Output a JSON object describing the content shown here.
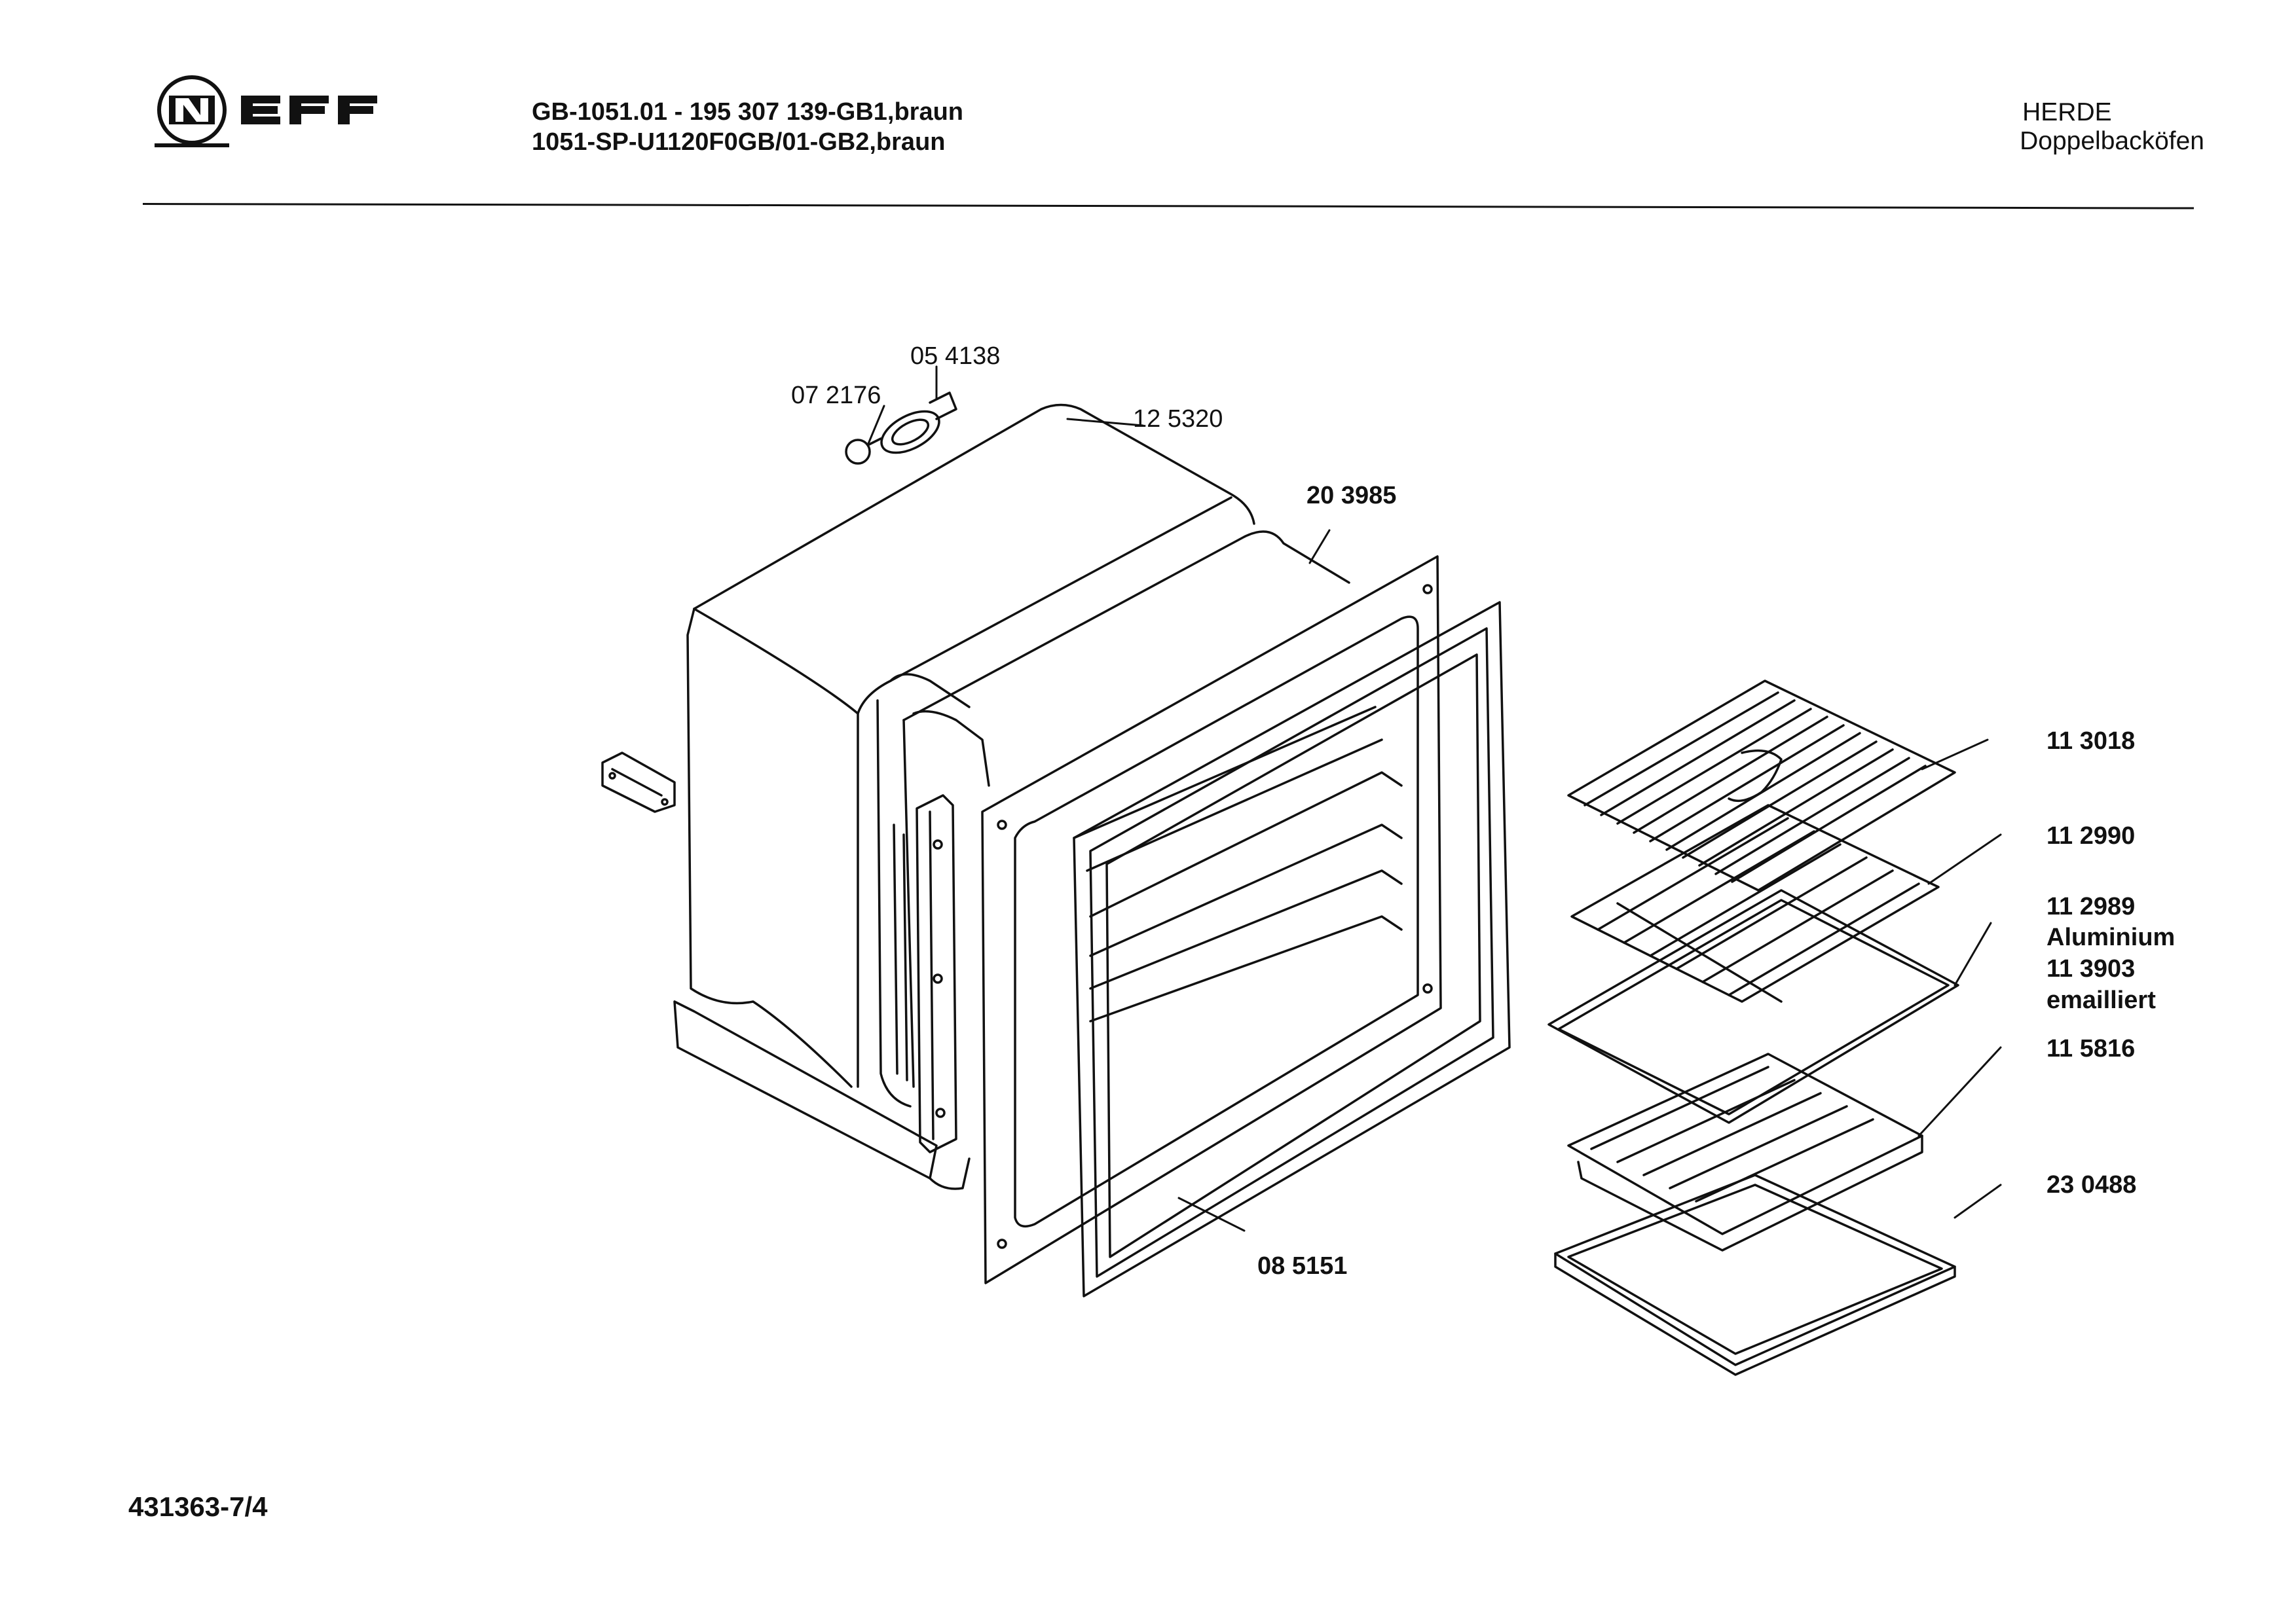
{
  "brand": "NEFF",
  "header": {
    "model_line_1": "GB-1051.01 - 195 307 139-GB1,braun",
    "model_line_2": "1051-SP-U1120F0GB/01-GB2,braun",
    "category": "HERDE",
    "subcategory": "Doppelbacköfen"
  },
  "document_number": "431363-7/4",
  "parts": {
    "oven_muffle_top_handle": "05 4138",
    "screw": "07 2176",
    "oven_housing": "12 5320",
    "front_frame": "20 3985",
    "door_seal": "08 5151",
    "grill_rack": "11 3018",
    "shelf_rack": "11 2990",
    "baking_tray_alu": "11 2989",
    "baking_tray_alu_note": "Aluminium",
    "baking_tray_enamel": "11 3903",
    "baking_tray_enamel_note": "emailliert",
    "grill_insert": "11 5816",
    "drip_pan": "23 0488"
  }
}
